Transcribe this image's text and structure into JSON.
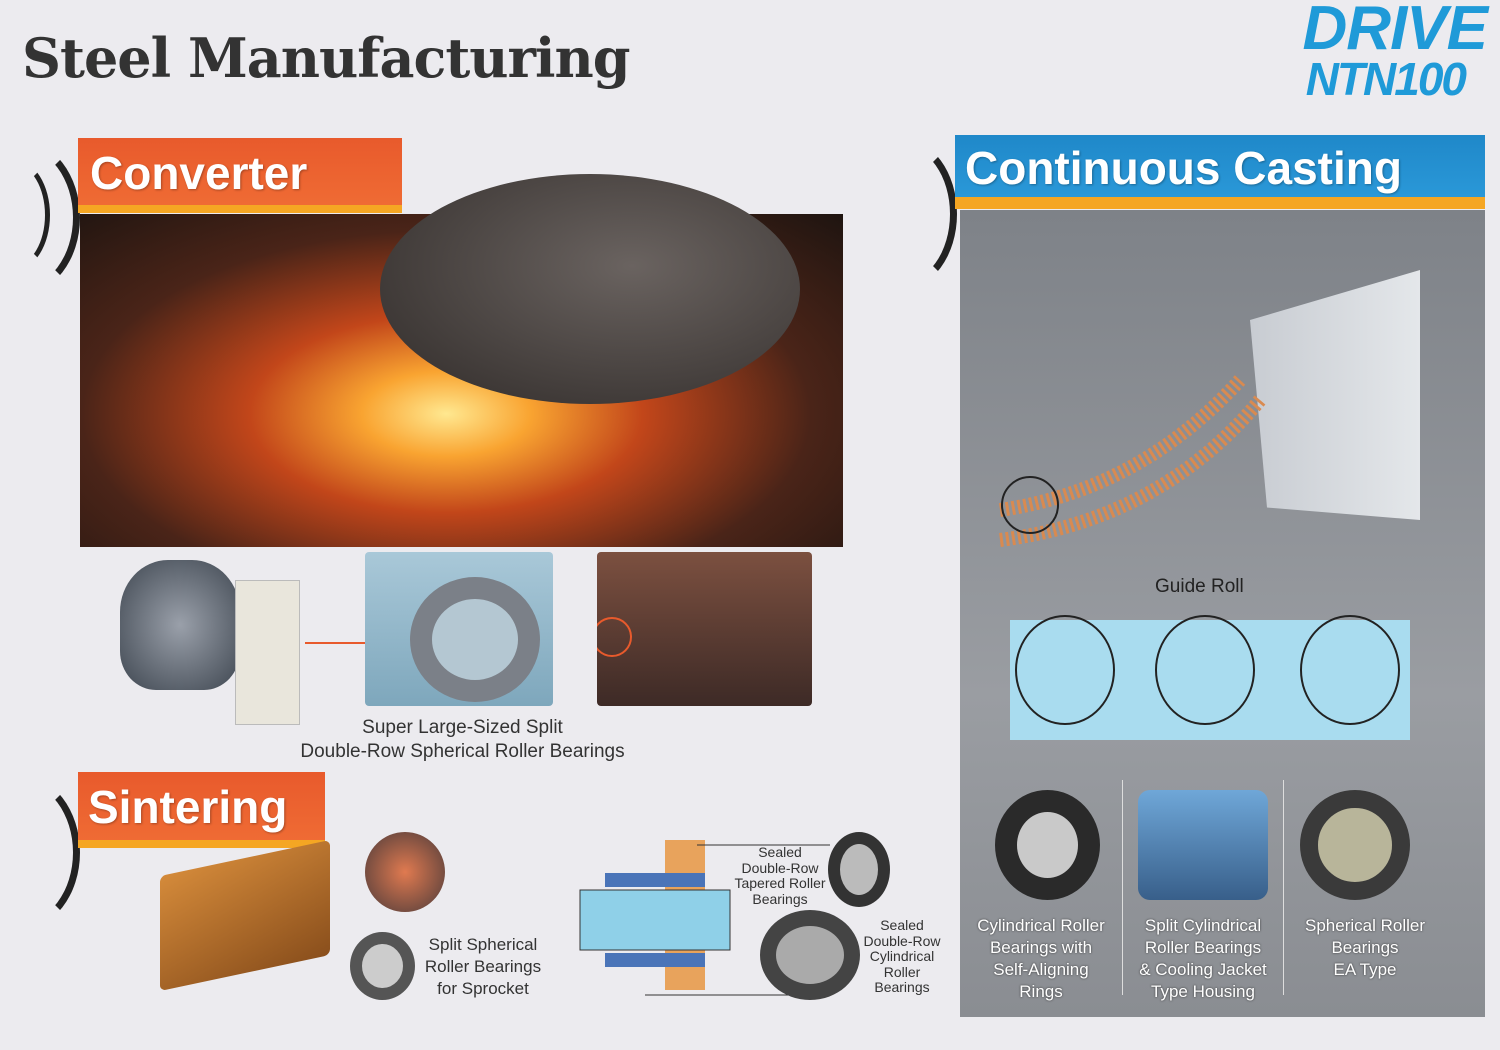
{
  "page": {
    "title": "Steel Manufacturing"
  },
  "logo": {
    "line1": "DRIVE",
    "line2": "NTN100",
    "color": "#1f9ad8"
  },
  "converter": {
    "heading": "Converter",
    "caption_line1": "Super Large-Sized Split",
    "caption_line2": "Double-Row Spherical Roller Bearings"
  },
  "sintering": {
    "heading": "Sintering",
    "sprocket_caption": [
      "Split Spherical",
      "Roller Bearings",
      "for Sprocket"
    ],
    "tapered_caption": [
      "Sealed",
      "Double-Row",
      "Tapered Roller",
      "Bearings"
    ],
    "cylindrical_caption": [
      "Sealed",
      "Double-Row",
      "Cylindrical",
      "Roller",
      "Bearings"
    ]
  },
  "casting": {
    "heading": "Continuous Casting",
    "guide_roll_label": "Guide Roll",
    "bearings": [
      {
        "lines": [
          "Cylindrical Roller",
          "Bearings with",
          "Self-Aligning",
          "Rings"
        ]
      },
      {
        "lines": [
          "Split Cylindrical",
          "Roller Bearings",
          "& Cooling Jacket",
          "Type Housing"
        ]
      },
      {
        "lines": [
          "Spherical Roller",
          "Bearings",
          "EA Type"
        ]
      }
    ]
  },
  "colors": {
    "orange": "#e85a2c",
    "blue": "#1f88c9",
    "accent_yellow": "#f5a623",
    "panel_grey": "#8e9196"
  }
}
